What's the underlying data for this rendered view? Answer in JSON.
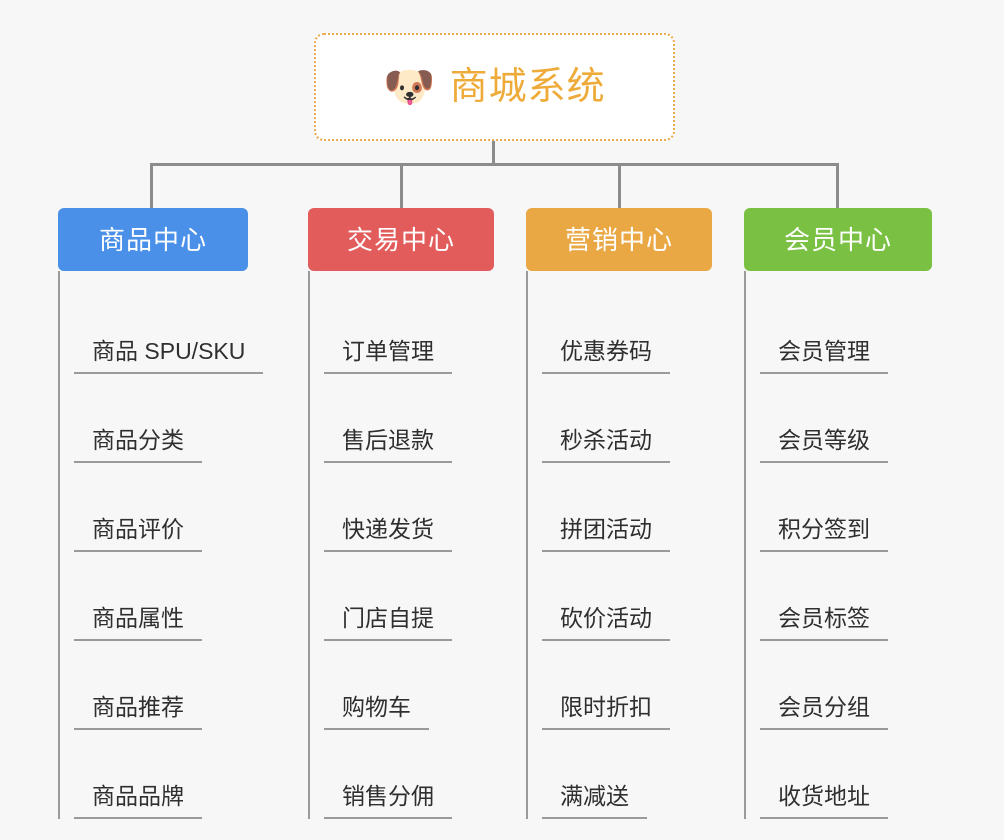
{
  "root": {
    "icon": "dog-face-emoji",
    "icon_glyph": "🐶",
    "title": "商城系统",
    "title_color": "#eeab3a",
    "border_color": "#eaa94a"
  },
  "connector_color": "#8c8c8c",
  "background_color": "#f7f7f7",
  "columns": [
    {
      "title": "商品中心",
      "color": "#4a90e8",
      "items": [
        "商品 SPU/SKU",
        "商品分类",
        "商品评价",
        "商品属性",
        "商品推荐",
        "商品品牌"
      ]
    },
    {
      "title": "交易中心",
      "color": "#e25c5c",
      "items": [
        "订单管理",
        "售后退款",
        "快递发货",
        "门店自提",
        "购物车",
        "销售分佣"
      ]
    },
    {
      "title": "营销中心",
      "color": "#eaa845",
      "items": [
        "优惠券码",
        "秒杀活动",
        "拼团活动",
        "砍价活动",
        "限时折扣",
        "满减送"
      ]
    },
    {
      "title": "会员中心",
      "color": "#7ac143",
      "items": [
        "会员管理",
        "会员等级",
        "积分签到",
        "会员标签",
        "会员分组",
        "收货地址"
      ]
    }
  ]
}
